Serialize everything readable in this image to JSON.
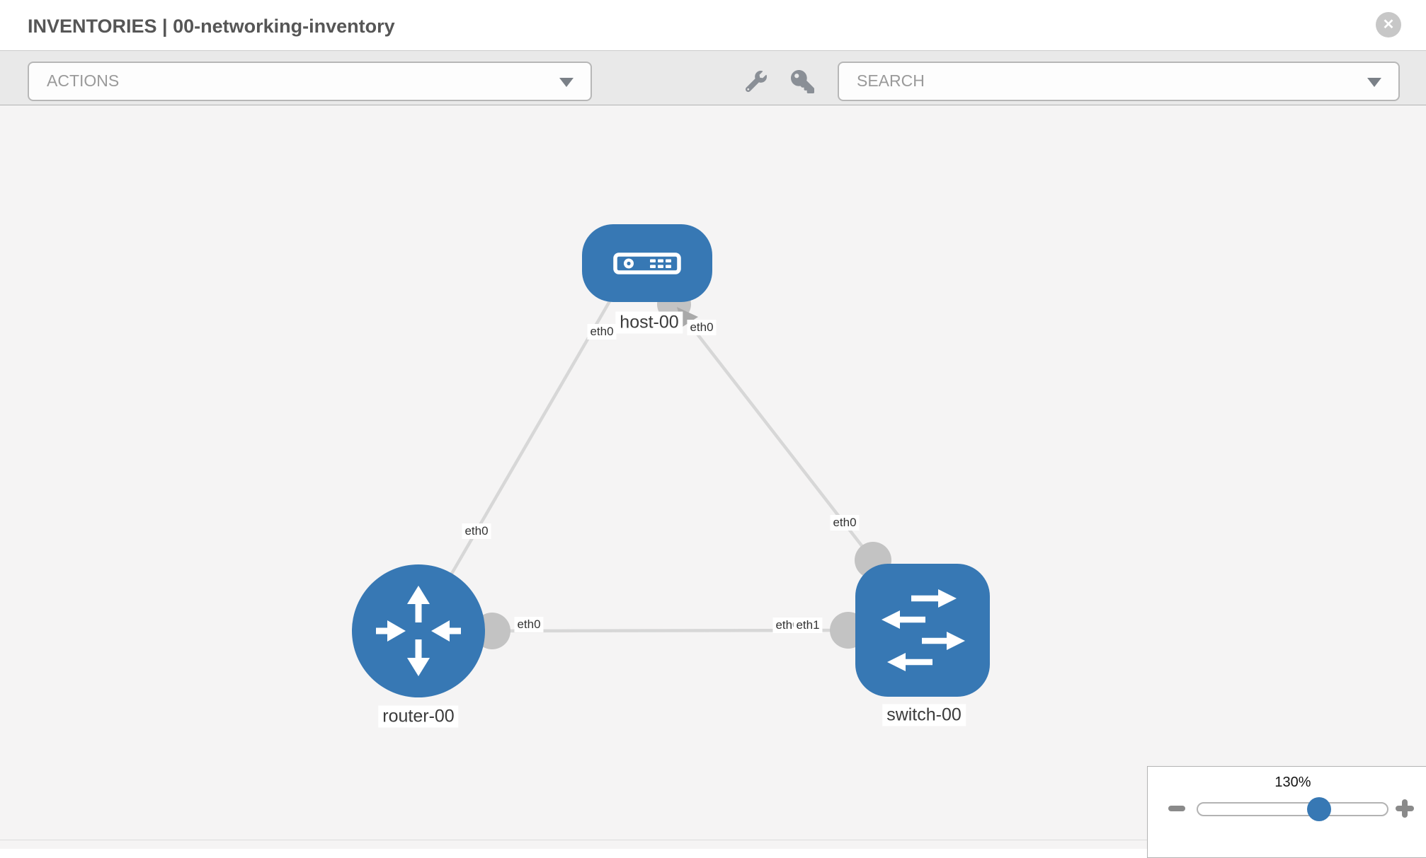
{
  "window": {
    "title": "INVENTORIES | 00-networking-inventory",
    "close_glyph": "✕"
  },
  "toolbar": {
    "actions_dropdown": {
      "label": "ACTIONS"
    },
    "search_dropdown": {
      "label": "SEARCH"
    },
    "tools": [
      {
        "icon": "wrench-icon"
      },
      {
        "icon": "key-icon"
      }
    ]
  },
  "topology": {
    "nodes": [
      {
        "id": "host-00",
        "type": "host",
        "label": "host-00"
      },
      {
        "id": "router-00",
        "type": "router",
        "label": "router-00"
      },
      {
        "id": "switch-00",
        "type": "switch",
        "label": "switch-00"
      }
    ],
    "links": [
      {
        "source": "host-00",
        "target": "router-00",
        "source_interface": "eth0",
        "target_interface": "eth0"
      },
      {
        "source": "host-00",
        "target": "switch-00",
        "source_interface": "eth0",
        "target_interface": "eth0"
      },
      {
        "source": "router-00",
        "target": "switch-00",
        "source_interface": "eth0",
        "target_interface": "eth1"
      }
    ],
    "overlapped_labels": {
      "back": "eth0",
      "front": "eth1"
    }
  },
  "zoom_control": {
    "level": "130%",
    "percent": 130
  },
  "colors": {
    "node_blue": "#3778b4",
    "port_gray": "#c3c3c3",
    "edge_gray": "#d7d7d7",
    "canvas_bg": "#f5f4f4",
    "toolbar_bg": "#e9e9e9",
    "icon_gray": "#8a8f96"
  }
}
